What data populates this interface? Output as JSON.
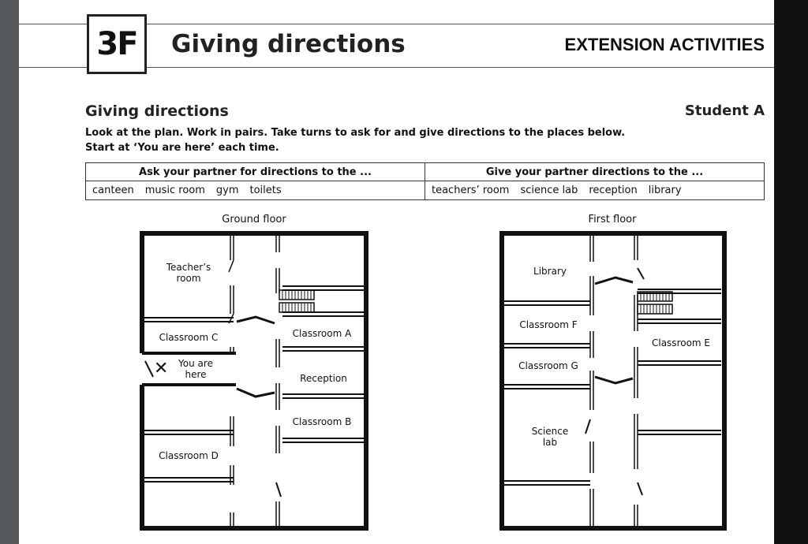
{
  "header": {
    "unit": "3F",
    "title": "Giving directions",
    "extension": "EXTENSION ACTIVITIES"
  },
  "section": {
    "title": "Giving directions",
    "student": "Student A",
    "instructions": [
      "Look at the plan. Work in pairs. Take turns to ask for and give directions to the places below.",
      "Start at ‘You are here’ each time."
    ]
  },
  "table": {
    "headers": [
      "Ask your partner for directions to the ...",
      "Give your partner directions to the ..."
    ],
    "ask": [
      "canteen",
      "music room",
      "gym",
      "toilets"
    ],
    "give": [
      "teachers’ room",
      "science lab",
      "reception",
      "library"
    ]
  },
  "ground_floor": {
    "label": "Ground floor",
    "rooms": {
      "teachers_room": [
        "Teacher’s",
        "room"
      ],
      "classroom_c": "Classroom C",
      "you_are_here": [
        "You are",
        "here"
      ],
      "classroom_d": "Classroom D",
      "classroom_a": "Classroom A",
      "reception": "Reception",
      "classroom_b": "Classroom B"
    }
  },
  "first_floor": {
    "label": "First floor",
    "rooms": {
      "library": "Library",
      "classroom_f": "Classroom F",
      "classroom_g": "Classroom G",
      "science_lab": [
        "Science",
        "lab"
      ],
      "classroom_e": "Classroom E"
    }
  }
}
